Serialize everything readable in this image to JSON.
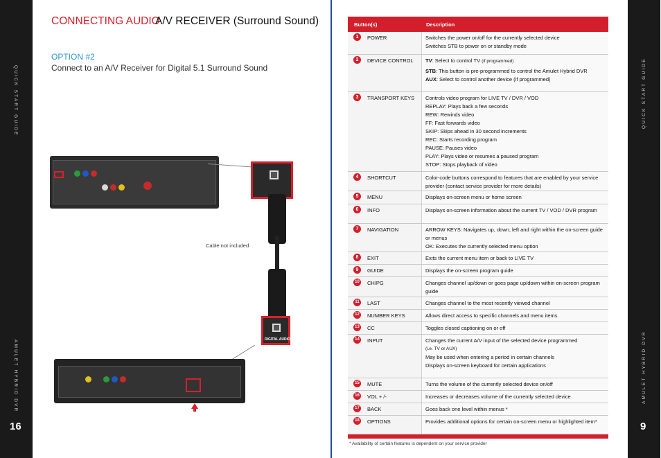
{
  "left_page": {
    "side_label": "QUICK START GUIDE",
    "side_label_lower": "AMULET HYBRID DVR",
    "page_number": "16",
    "title_red": "CONNECTING AUDIO",
    "title_black": "A/V RECEIVER (Surround Sound)",
    "option_label": "OPTION #2",
    "option_sub": "Connect to an A/V Receiver for Digital 5.1 Surround Sound",
    "cable_note": "Cable  not included",
    "digital_audio_label": "DIGITAL AUDIO"
  },
  "right_page": {
    "side_label": "QUICK START GUIDE",
    "side_label_lower": "AMULET HYBRID DVR",
    "page_number": "9",
    "table_header": {
      "col1": "Button(s)",
      "col2": "Description"
    },
    "footnote": "* Availability of certain features is dependent on your service provider",
    "rows": [
      {
        "n": "1",
        "name": "POWER",
        "lines": [
          "Switches the power on/off for the currently selected device",
          "Switches STB to power on or standby mode"
        ]
      },
      {
        "n": "2",
        "name": "DEVICE CONTROL",
        "lines": [
          "",
          "",
          ""
        ],
        "rich": [
          {
            "b": "TV",
            "t": ": Select to control TV ",
            "s": "(if programmed)"
          },
          {
            "b": "STB",
            "t": ": This button is pre-programmed to control the Amulet Hybrid DVR"
          },
          {
            "b": "AUX",
            "t": ": Select to control another device (if programmed)"
          }
        ]
      },
      {
        "n": "3",
        "name": "TRANSPORT KEYS",
        "lines": [
          "Controls video program for LIVE TV / DVR / VOD",
          "REPLAY: Plays back a few seconds",
          "REW: Rewinds video",
          "FF: Fast forwards video",
          "SKIP: Skips ahead in 30 second increments",
          "REC: Starts recording program",
          "PAUSE: Pauses video",
          "PLAY: Plays video or resumes a paused program",
          "STOP: Stops playback of video"
        ]
      },
      {
        "n": "4",
        "name": "SHORTCUT",
        "lines": [
          "Color-code buttons correspond to features that are enabled by your service provider (contact service provider for more details)"
        ]
      },
      {
        "n": "5",
        "name": "MENU",
        "lines": [
          "Displays on-screen menu or home screen"
        ]
      },
      {
        "n": "6",
        "name": "INFO",
        "lines": [
          "Displays on-screen information about the current TV / VOD / DVR program"
        ]
      },
      {
        "n": "7",
        "name": "NAVIGATION",
        "lines": [
          "ARROW KEYS: Navigates up, down, left and right within the on-screen guide or menus",
          "OK: Executes the currently selected menu option"
        ]
      },
      {
        "n": "8",
        "name": "EXIT",
        "lines": [
          "Exits the current menu item or back to LIVE TV"
        ]
      },
      {
        "n": "9",
        "name": "GUIDE",
        "lines": [
          "Displays the on-screen program guide"
        ]
      },
      {
        "n": "10",
        "name": "CH/PG",
        "lines": [
          "Changes channel up/down or goes page up/down within on-screen program guide"
        ]
      },
      {
        "n": "11",
        "name": "LAST",
        "lines": [
          "Changes channel to the most recently viewed channel"
        ]
      },
      {
        "n": "12",
        "name": "NUMBER KEYS",
        "lines": [
          "Allows direct access to specific channels and menu items"
        ]
      },
      {
        "n": "13",
        "name": "CC",
        "lines": [
          "Toggles closed captioning on or off"
        ]
      },
      {
        "n": "14",
        "name": "INPUT",
        "lines": [
          "Changes the current A/V input of the selected device programmed",
          "(i.e. TV or AUX)",
          "May be used when entering a period in certain channels",
          "Displays on-screen keyboard for certain applications"
        ]
      },
      {
        "n": "15",
        "name": "MUTE",
        "lines": [
          "Turns the volume of the currently selected device on/off"
        ]
      },
      {
        "n": "16",
        "name": "VOL + /-",
        "lines": [
          "Increases or decreases volume of the currently selected device"
        ]
      },
      {
        "n": "17",
        "name": "BACK",
        "lines": [
          "Goes back one level within menus *"
        ]
      },
      {
        "n": "18",
        "name": "OPTIONS",
        "lines": [
          "Provides additional options for certain on-screen menu or highlighted item*"
        ]
      }
    ]
  },
  "colors": {
    "accent_red": "#d21f2b",
    "option_blue": "#2a93d5",
    "divider_blue": "#1f4fa0",
    "strip": "#1a1a1a"
  }
}
